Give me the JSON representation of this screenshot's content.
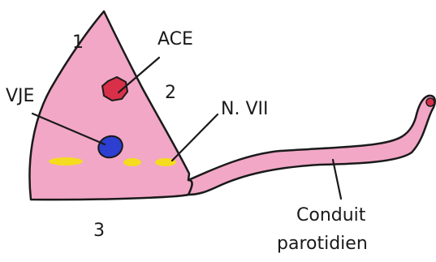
{
  "diagram": {
    "labels": {
      "side_1": "1",
      "side_2": "2",
      "side_3": "3",
      "ace": "ACE",
      "vje": "VJE",
      "n_vii": "N. VII",
      "duct_line1": "Conduit",
      "duct_line2": "parotidien"
    },
    "colors": {
      "gland_fill": "#f2a7c6",
      "outline": "#1a1a1a",
      "artery": "#d9304a",
      "vein": "#2c3fd1",
      "nerve": "#f5dc1e"
    }
  }
}
